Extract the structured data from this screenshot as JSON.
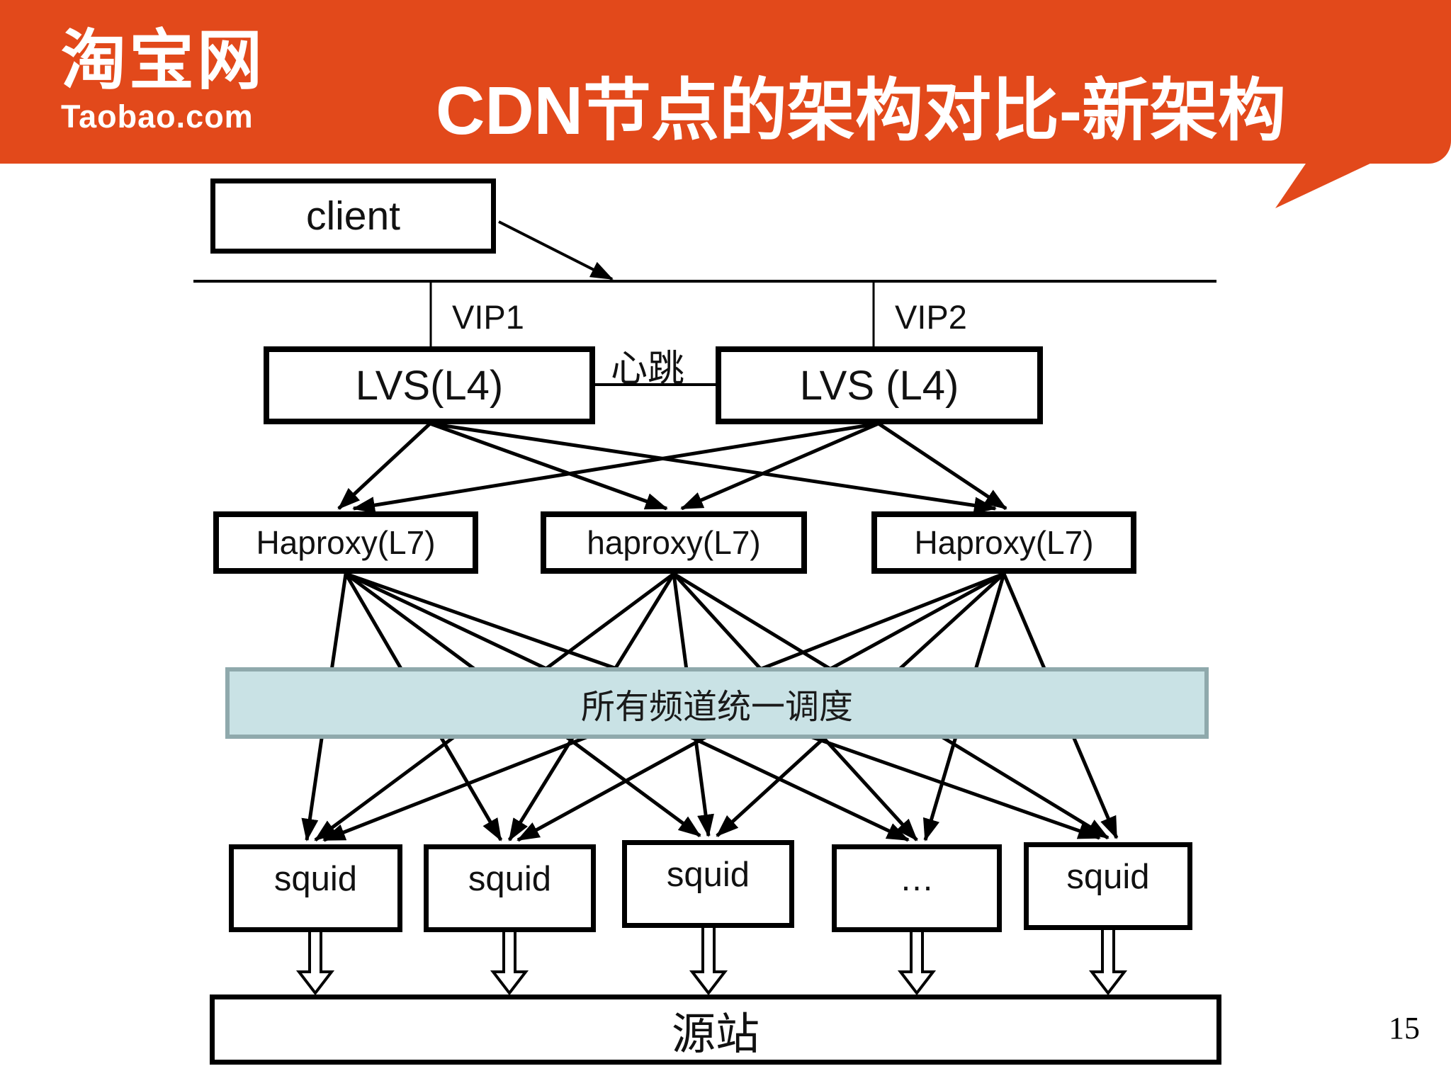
{
  "slide": {
    "page_number": "15",
    "header": {
      "logo_cn": "淘宝网",
      "logo_en": "Taobao.com",
      "title": "CDN节点的架构对比-新架构",
      "bg_color": "#E2491B"
    },
    "diagram": {
      "client_label": "client",
      "vip1_label": "VIP1",
      "vip2_label": "VIP2",
      "lvs1_label": "LVS(L4)",
      "lvs2_label": "LVS (L4)",
      "heartbeat_label": "心跳",
      "haproxy_labels": [
        "Haproxy(L7)",
        "haproxy(L7)",
        "Haproxy(L7)"
      ],
      "scheduler_bar": {
        "label": "所有频道统一调度",
        "fill_color": "#C9E2E5",
        "border_color": "#8FA9AC"
      },
      "squid_labels": [
        "squid",
        "squid",
        "squid",
        "…",
        "squid"
      ],
      "origin_label": "源站",
      "line_color": "#000000"
    }
  }
}
